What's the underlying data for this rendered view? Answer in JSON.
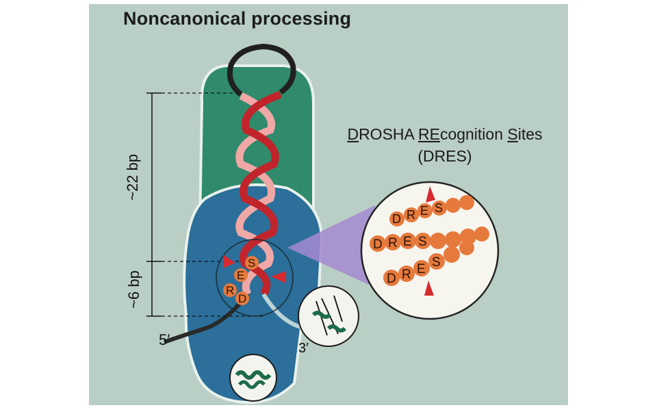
{
  "title": "Noncanonical processing",
  "dres_heading": {
    "line1": {
      "d": "D",
      "rosha": "ROSHA ",
      "re": "RE",
      "cognition": "cognition ",
      "s": "S",
      "ites": "ites"
    },
    "line2": "(DRES)"
  },
  "measure_long": "~22 bp",
  "measure_short": "~6 bp",
  "end_5": "5′",
  "end_3": "3′",
  "site_letters": {
    "d": "D",
    "r": "R",
    "e": "E",
    "s": "S"
  },
  "zoom_rows": [
    {
      "letters": [
        "D",
        "R",
        "E",
        "S"
      ]
    },
    {
      "letters": [
        "D",
        "R",
        "E",
        "S"
      ]
    },
    {
      "letters": [
        "D",
        "R",
        "E",
        "S"
      ]
    }
  ],
  "colors": {
    "background": "#b9cec4",
    "green_domain": "#2f8b6b",
    "blue_body": "#2b6f9a",
    "red_strand": "#c1242b",
    "pink_strand": "#f0a8a6",
    "site_orange": "#e67a3c",
    "cleavage_triangle": "#d62a2f"
  }
}
